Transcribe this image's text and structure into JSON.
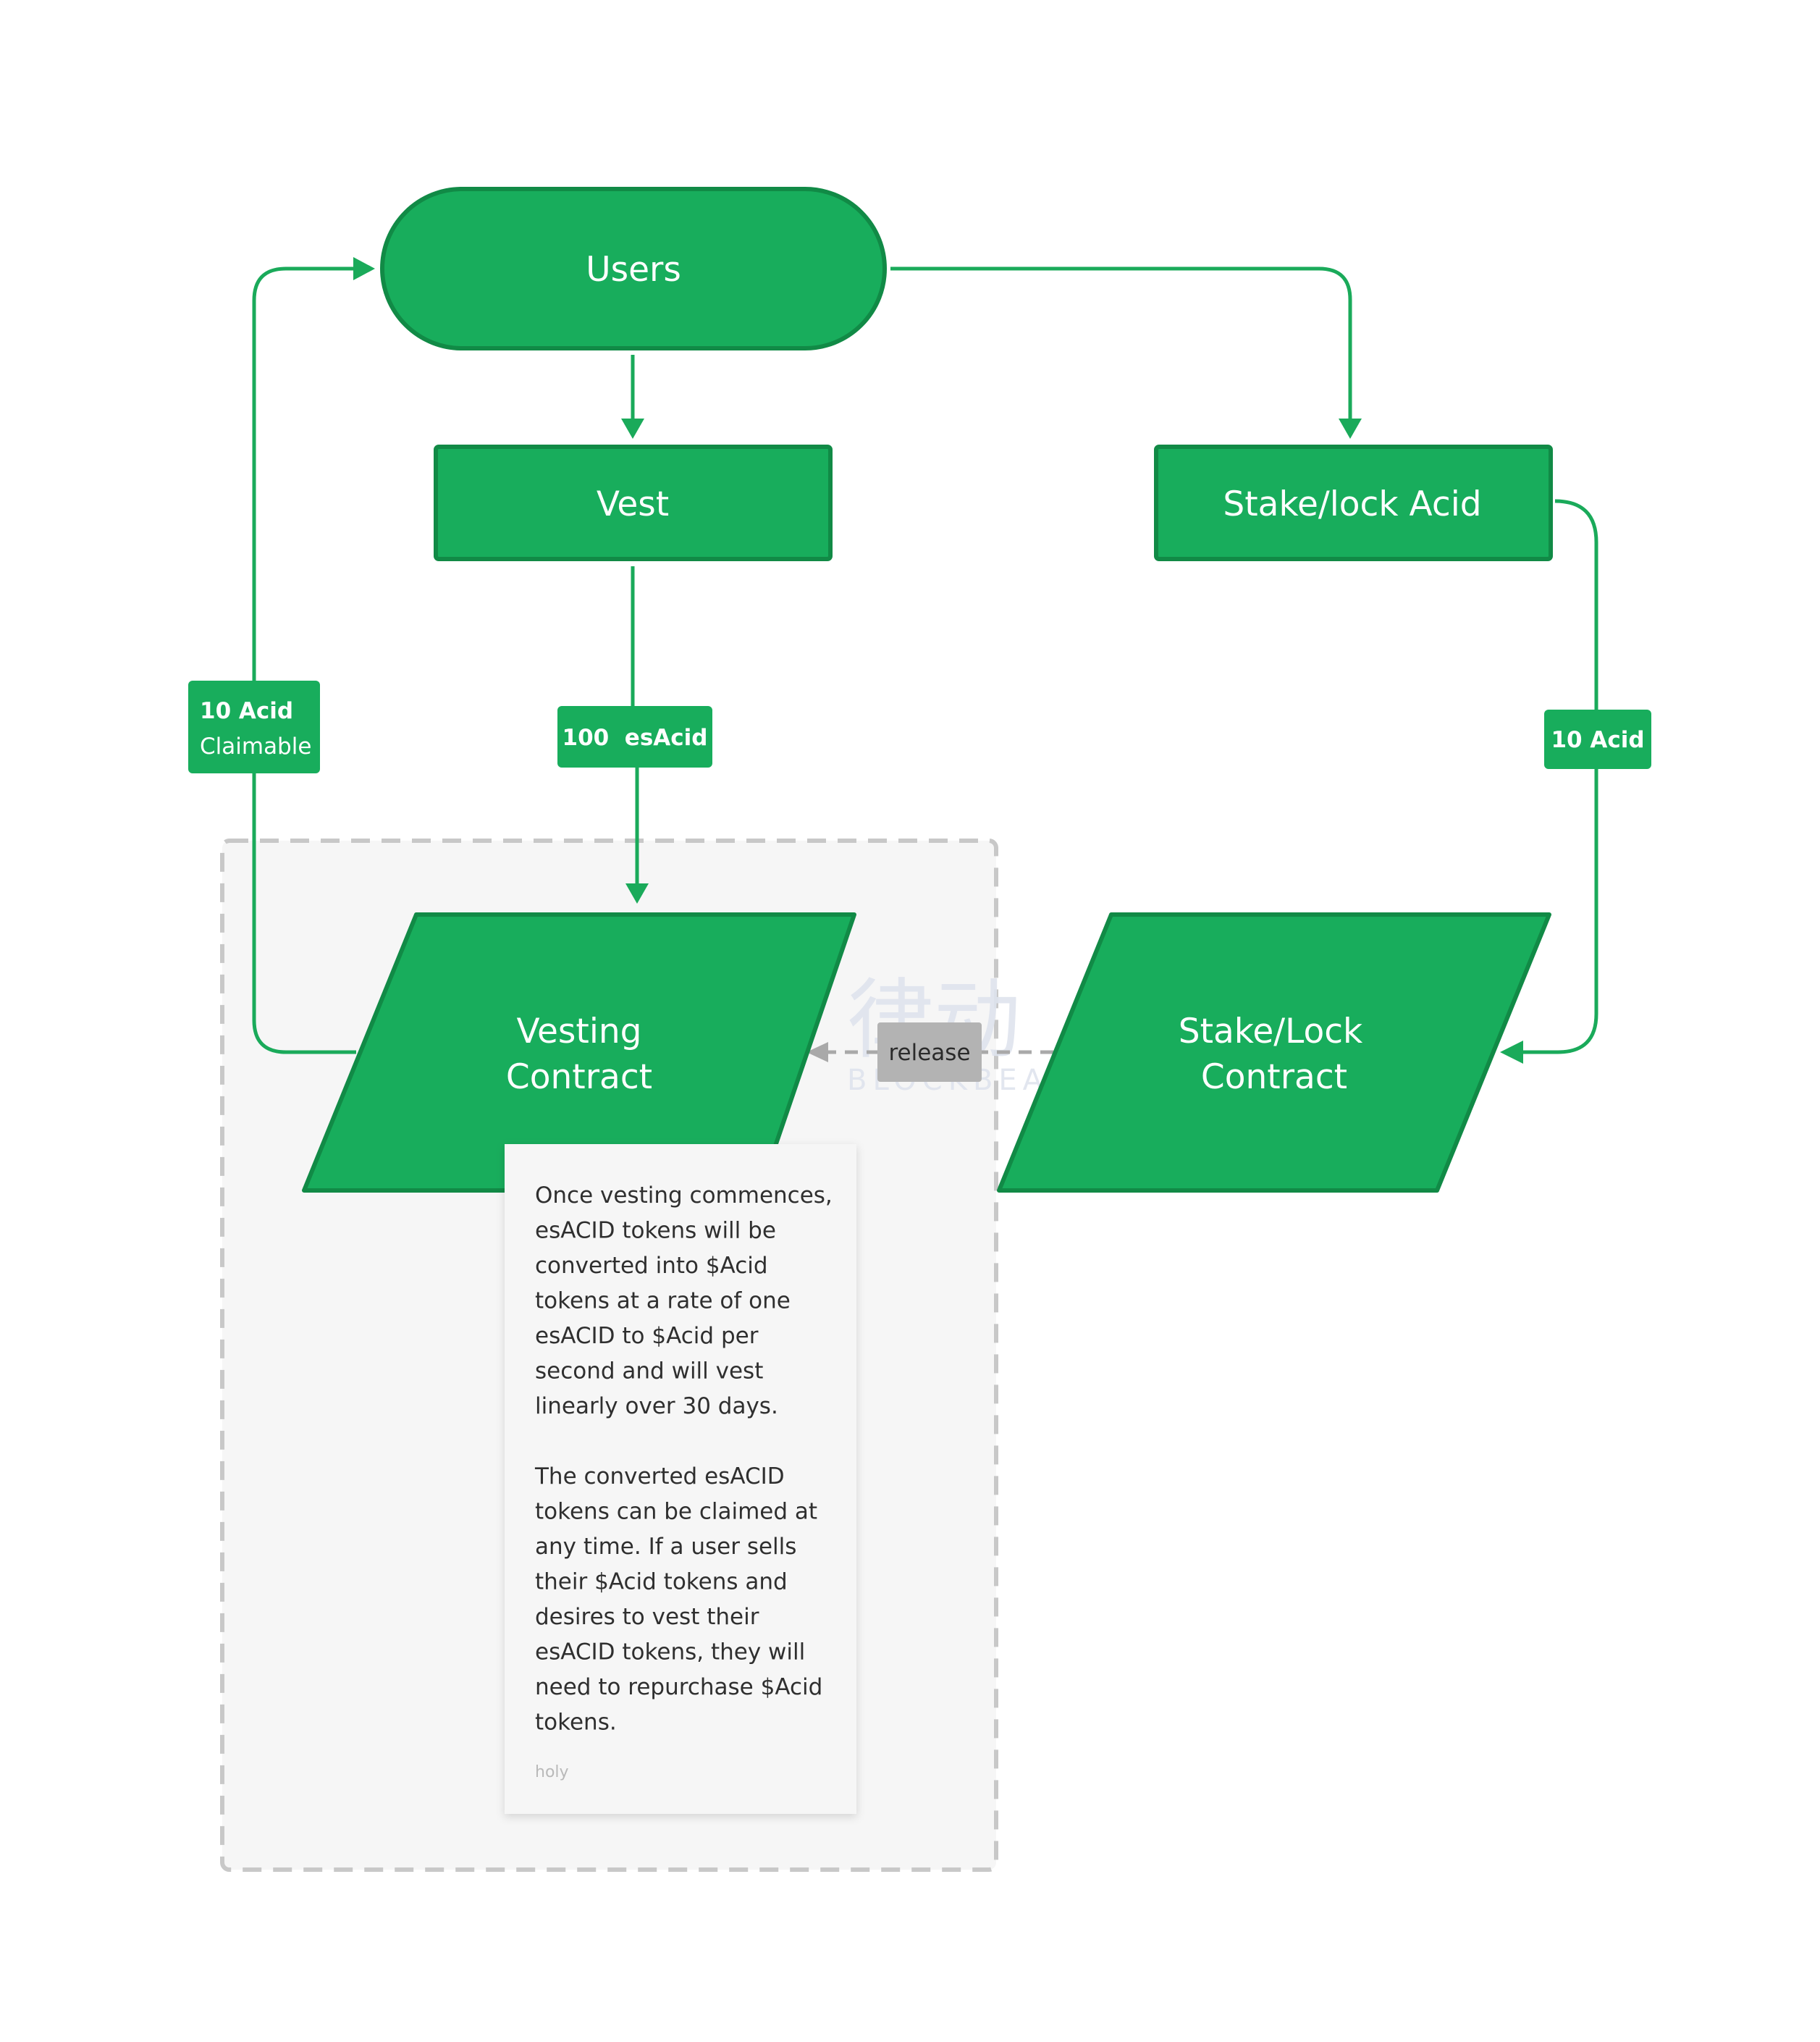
{
  "colors": {
    "node_fill": "#18ad5c",
    "node_stroke": "#118a46",
    "connector": "#1aaa5a",
    "release_connector": "#a9a9a9",
    "release_label_bg": "#b3b3b3",
    "group_border": "#c8c8c8",
    "group_fill": "#f6f6f6",
    "note_bg": "#f6f6f6"
  },
  "nodes": {
    "users": "Users",
    "vest": "Vest",
    "stake_lock_acid": "Stake/lock Acid",
    "vesting_contract": [
      "Vesting",
      "Contract"
    ],
    "stake_lock_contract": [
      "Stake/Lock",
      "Contract"
    ]
  },
  "edge_labels": {
    "claimable": [
      "10 Acid",
      "Claimable"
    ],
    "es_acid": "100  esAcid",
    "stake_acid": "10 Acid",
    "release": "release"
  },
  "note": {
    "lines": [
      "Once vesting commences,",
      "esACID tokens will be",
      "converted into $Acid",
      "tokens at a rate of one",
      "esACID to $Acid per",
      "second and will vest",
      "linearly over 30 days.",
      "",
      "The converted esACID",
      "tokens can be claimed at",
      "any time. If a user sells",
      "their $Acid tokens and",
      "desires to vest their",
      "esACID tokens, they will",
      "need to repurchase $Acid",
      "tokens."
    ],
    "author": "holy"
  },
  "watermark": {
    "glyphs": "律动",
    "latin": "BLOCKBEATS"
  }
}
